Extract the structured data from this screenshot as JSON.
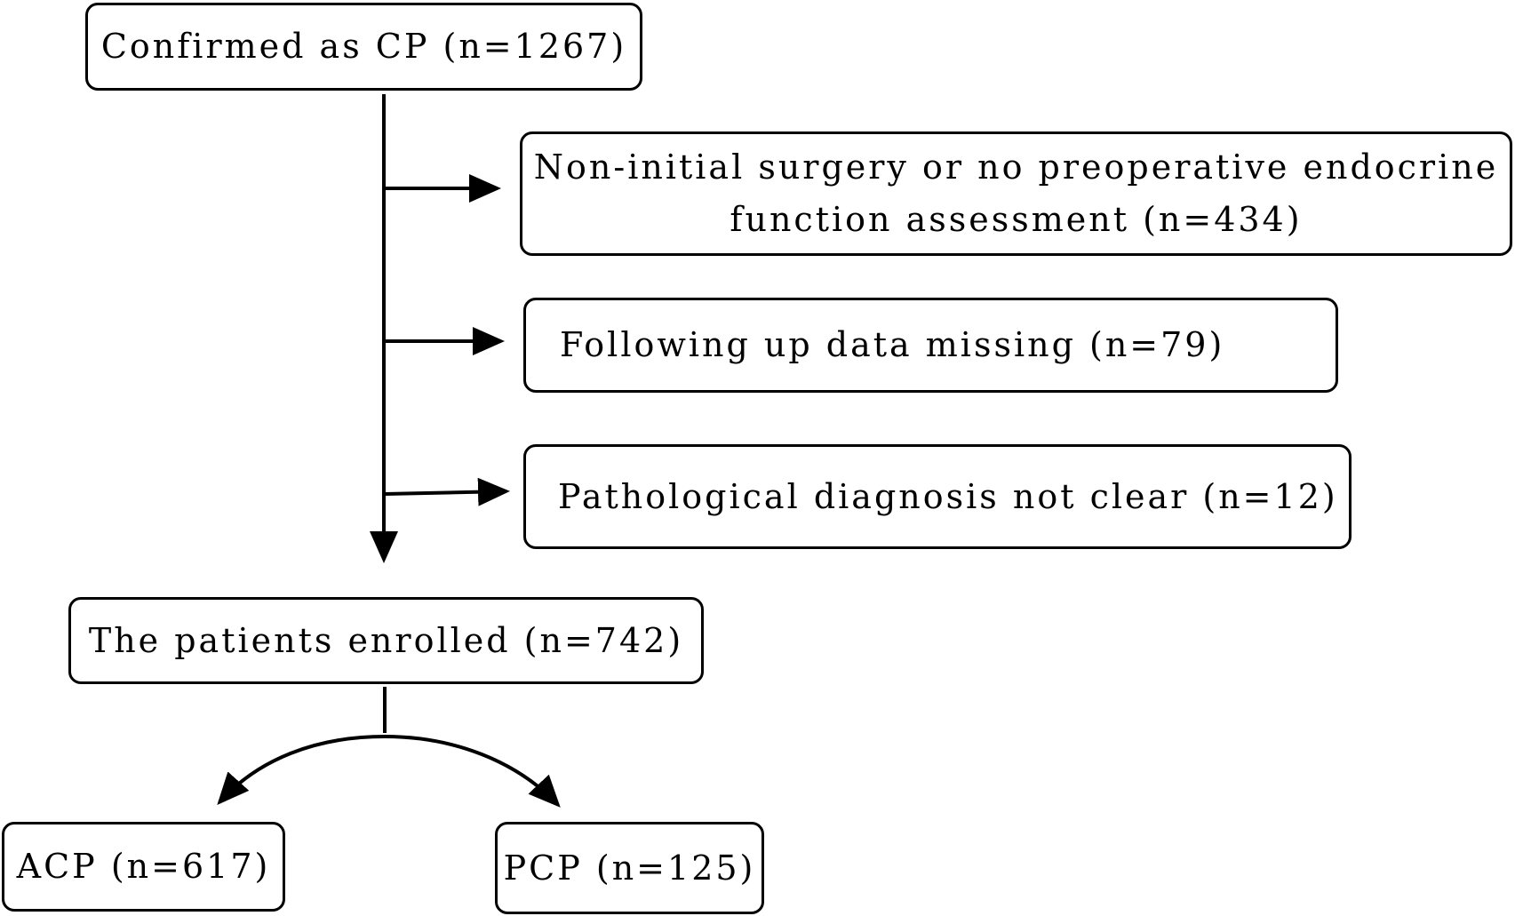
{
  "flowchart": {
    "nodes": {
      "confirmed": "Confirmed as CP (n=1267)",
      "exclusion_1": "Non-initial surgery or no preoperative endocrine function assessment (n=434)",
      "exclusion_2": "Following up data missing (n=79)",
      "exclusion_3": "Pathological diagnosis not clear (n=12)",
      "enrolled": "The patients enrolled (n=742)",
      "acp": "ACP (n=617)",
      "pcp": "PCP (n=125)"
    },
    "edges": [
      {
        "from": "confirmed",
        "to": "exclusion_1"
      },
      {
        "from": "confirmed",
        "to": "exclusion_2"
      },
      {
        "from": "confirmed",
        "to": "exclusion_3"
      },
      {
        "from": "confirmed",
        "to": "enrolled"
      },
      {
        "from": "enrolled",
        "to": "acp"
      },
      {
        "from": "enrolled",
        "to": "pcp"
      }
    ]
  },
  "colors": {
    "stroke": "#000000",
    "background": "#ffffff"
  }
}
